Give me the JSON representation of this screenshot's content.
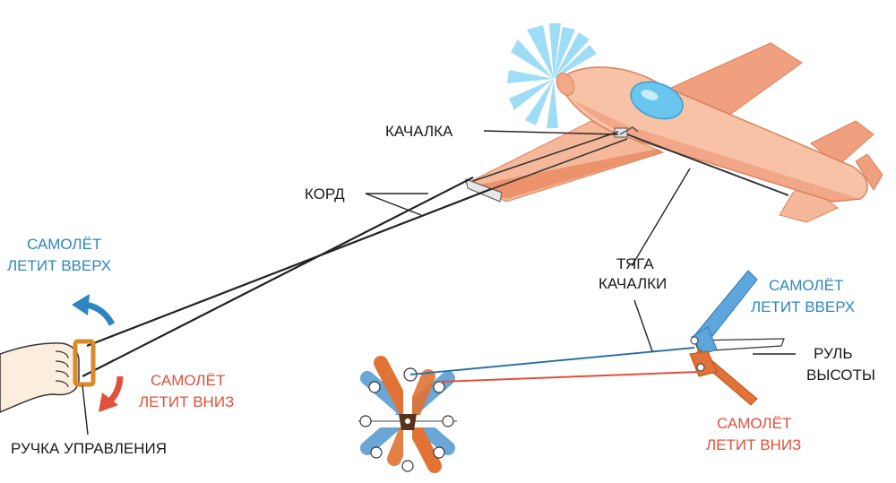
{
  "colors": {
    "up": "#2e86c1",
    "down": "#e0503a",
    "text": "#1a1a1a",
    "plane_fill": "#f6b89a",
    "plane_dark": "#e8794f",
    "cockpit": "#69c6ef",
    "propeller": "#7fd0f2",
    "linkage_blue": "#6aa6d6",
    "linkage_orange": "#e07335"
  },
  "labels": {
    "kachalka": "КАЧАЛКА",
    "kord": "КОРД",
    "tyaga_line1": "ТЯГА",
    "tyaga_line2": "КАЧАЛКИ",
    "up_left_line1": "САМОЛЁТ",
    "up_left_line2": "ЛЕТИТ ВВЕРХ",
    "down_left_line1": "САМОЛЁТ",
    "down_left_line2": "ЛЕТИТ ВНИЗ",
    "handle": "РУЧКА УПРАВЛЕНИЯ",
    "up_right_line1": "САМОЛЁТ",
    "up_right_line2": "ЛЕТИТ ВВЕРХ",
    "rul_line1": "РУЛЬ",
    "rul_line2": "ВЫСОТЫ",
    "down_right_line1": "САМОЛЁТ",
    "down_right_line2": "ЛЕТИТ ВНИЗ"
  },
  "icons": [
    "airplane-icon",
    "propeller-icon",
    "hand-icon",
    "arrow-up-icon",
    "arrow-down-icon",
    "bellcrank-icon",
    "elevator-icon"
  ]
}
